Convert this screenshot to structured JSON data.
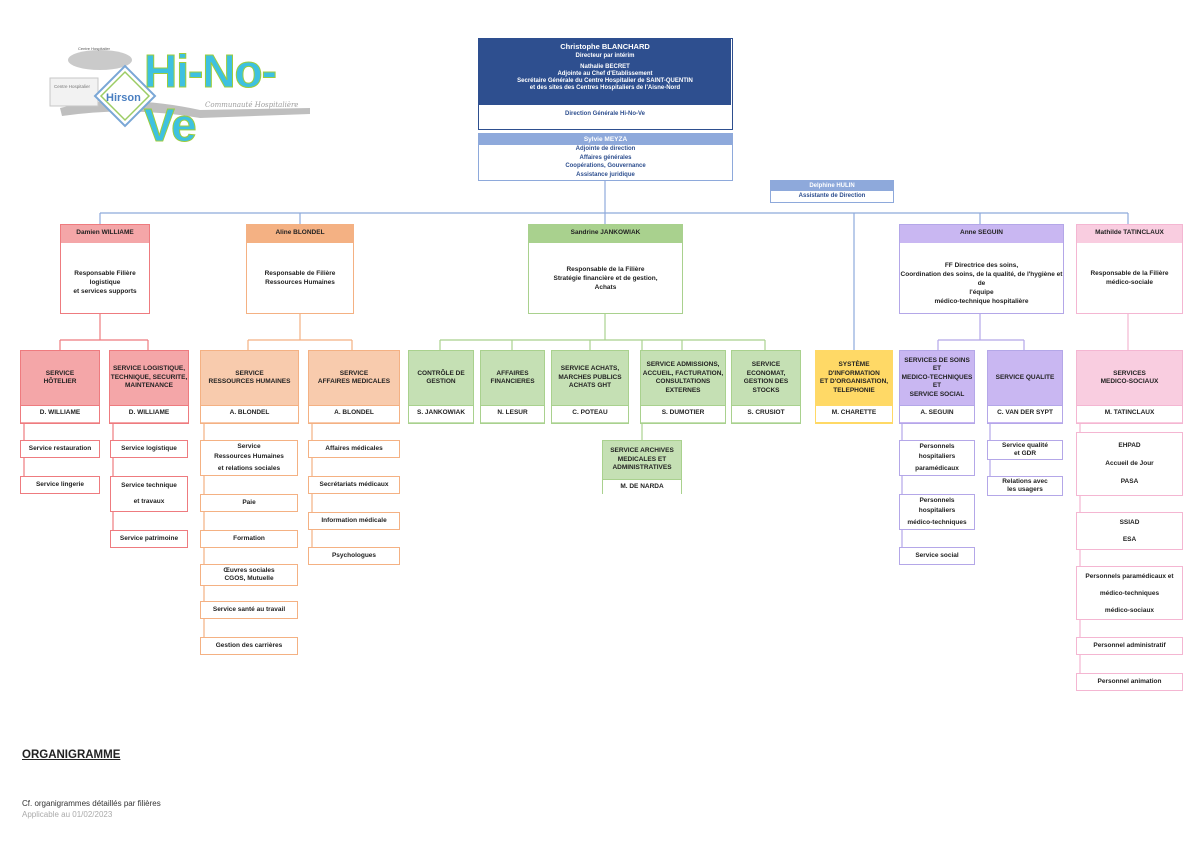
{
  "logo": {
    "brand": "Hi-No-Ve",
    "tagline": "Communauté Hospitalière",
    "small1": "Centre Hospitalier",
    "small2": "Centre Hospitalier",
    "small3": "Hirson"
  },
  "director": {
    "name": "Christophe BLANCHARD",
    "role": "Directeur par intérim",
    "deputy_name": "Nathalie BECRET",
    "deputy_role1": "Adjointe au Chef d'Etablissement",
    "deputy_role2": "Secrétaire Générale du Centre Hospitalier de SAINT-QUENTIN",
    "deputy_role3": "et des sites des Centres Hospitaliers de l'Aisne-Nord",
    "direction_label": "Direction Générale Hi-No-Ve"
  },
  "adjoint": {
    "name": "Sylvie MEYZA",
    "l1": "Adjointe de direction",
    "l2": "Affaires générales",
    "l3": "Coopérations, Gouvernance",
    "l4": "Assistance juridique"
  },
  "assistant": {
    "name": "Delphine HULIN",
    "role": "Assistante de Direction"
  },
  "heads": [
    {
      "name": "Damien WILLIAME",
      "l1": "Responsable Filière logistique",
      "l2": "et services supports",
      "l3": "",
      "l4": ""
    },
    {
      "name": "Aline BLONDEL",
      "l1": "Responsable de Filière",
      "l2": "Ressources Humaines",
      "l3": "",
      "l4": ""
    },
    {
      "name": "Sandrine JANKOWIAK",
      "l1": "Responsable de la Filière",
      "l2": "Stratégie financière et de gestion,",
      "l3": "Achats",
      "l4": ""
    },
    {
      "name": "Anne SEGUIN",
      "l1": "FF Directrice des soins,",
      "l2": "Coordination des soins, de la qualité, de l'hygiène et de",
      "l3": "l'équipe",
      "l4": "médico-technique hospitalière"
    },
    {
      "name": "Mathilde TATINCLAUX",
      "l1": "Responsable de la Filière",
      "l2": "médico-sociale",
      "l3": "",
      "l4": ""
    }
  ],
  "services": [
    {
      "t1": "SERVICE",
      "t2": "HÔTELIER",
      "t3": "",
      "name": "D. WILLIAME"
    },
    {
      "t1": "SERVICE LOGISTIQUE,",
      "t2": "TECHNIQUE, SECURITE,",
      "t3": "MAINTENANCE",
      "name": "D. WILLIAME"
    },
    {
      "t1": "SERVICE",
      "t2": "RESSOURCES HUMAINES",
      "t3": "",
      "name": "A. BLONDEL"
    },
    {
      "t1": "SERVICE",
      "t2": "AFFAIRES MEDICALES",
      "t3": "",
      "name": "A. BLONDEL"
    },
    {
      "t1": "CONTRÔLE DE",
      "t2": "GESTION",
      "t3": "",
      "name": "S. JANKOWIAK"
    },
    {
      "t1": "AFFAIRES",
      "t2": "FINANCIERES",
      "t3": "",
      "name": "N. LESUR"
    },
    {
      "t1": "SERVICE ACHATS,",
      "t2": "MARCHES PUBLICS",
      "t3": "ACHATS GHT",
      "name": "C. POTEAU"
    },
    {
      "t1": "SERVICE ADMISSIONS,",
      "t2": "ACCUEIL, FACTURATION,",
      "t3": "CONSULTATIONS EXTERNES",
      "name": "S. DUMOTIER"
    },
    {
      "t1": "SERVICE ECONOMAT,",
      "t2": "GESTION DES STOCKS",
      "t3": "",
      "name": "S. CRUSIOT"
    },
    {
      "t1": "SYSTÈME D'INFORMATION",
      "t2": "ET D'ORGANISATION,",
      "t3": "TELEPHONIE",
      "name": "M. CHARETTE"
    },
    {
      "t1": "SERVICES DE SOINS ET",
      "t2": "MEDICO-TECHNIQUES ET",
      "t3": "SERVICE SOCIAL",
      "name": "A. SEGUIN"
    },
    {
      "t1": "SERVICE QUALITE",
      "t2": "",
      "t3": "",
      "name": "C. VAN DER SYPT"
    },
    {
      "t1": "SERVICES",
      "t2": "MEDICO-SOCIAUX",
      "t3": "",
      "name": "M. TATINCLAUX"
    }
  ],
  "archives": {
    "t1": "SERVICE ARCHIVES",
    "t2": "MEDICALES ET",
    "t3": "ADMINISTRATIVES",
    "name": "M. DE NARDA"
  },
  "subs": {
    "hotel": [
      "Service restauration",
      "Service lingerie"
    ],
    "logist": [
      "Service logistique",
      "Service technique",
      "et travaux",
      "Service patrimoine"
    ],
    "rh": [
      "Service",
      "Ressources Humaines",
      "et relations sociales",
      "Paie",
      "Formation",
      "Œuvres sociales",
      "CGOS, Mutuelle",
      "Service santé au travail",
      "Gestion des carrières"
    ],
    "am": [
      "Affaires médicales",
      "Secrétariats médicaux",
      "Information médicale",
      "Psychologues"
    ],
    "soins": [
      "Personnels",
      "hospitaliers",
      "paramédicaux",
      "Personnels",
      "hospitaliers",
      "médico-techniques",
      "Service social"
    ],
    "qual": [
      "Service qualité",
      "et GDR",
      "Relations avec",
      "les usagers"
    ],
    "medsoc": [
      "EHPAD",
      "Accueil de Jour",
      "PASA",
      "SSIAD",
      "ESA",
      "Personnels paramédicaux et",
      "médico-techniques",
      "médico-sociaux",
      "Personnel administratif",
      "Personnel animation"
    ]
  },
  "footer": {
    "title": "ORGANIGRAMME",
    "ref": "Cf. organigrammes détaillés par filières",
    "date": "Applicable au 01/02/2023"
  },
  "colors": {
    "navy": "#2e4f8f",
    "blue_light": "#8ea9db",
    "red": "#ee7b7f",
    "red_fill": "#f4a6a8",
    "orange": "#f4b183",
    "orange_fill": "#f8cbad",
    "green": "#a9d18e",
    "green_fill": "#c5e0b4",
    "yellow": "#ffd966",
    "purple": "#b4a7e8",
    "purple_fill": "#c9b7f2",
    "pink": "#f4b6d2",
    "pink_fill": "#f9cde0"
  }
}
